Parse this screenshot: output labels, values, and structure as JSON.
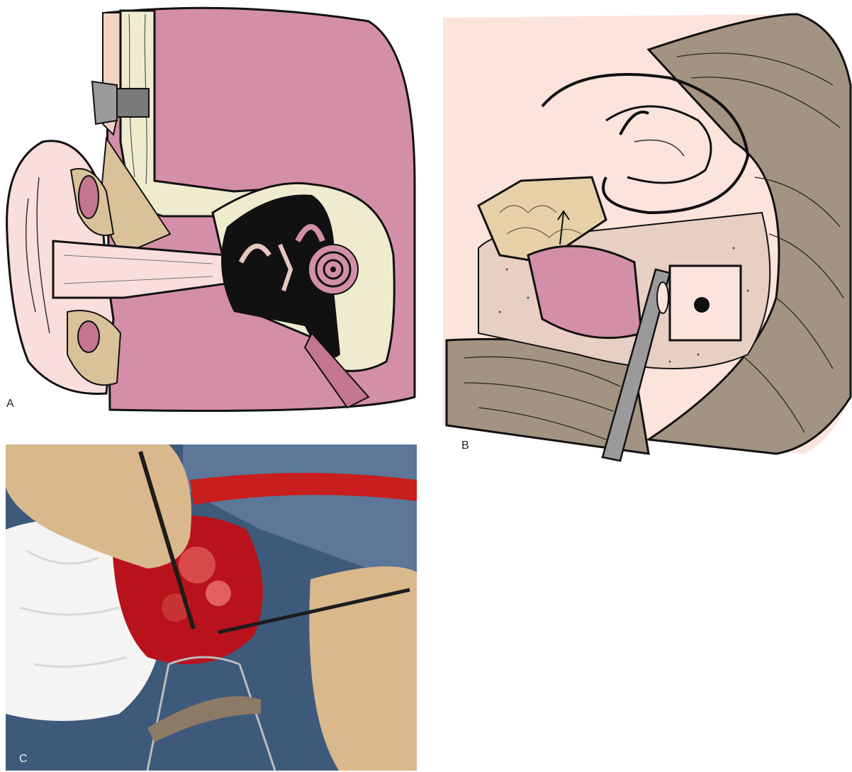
{
  "figure": {
    "panels": [
      {
        "id": "A",
        "label": "A",
        "kind": "illustration",
        "subject": "ear-cross-section"
      },
      {
        "id": "B",
        "label": "B",
        "kind": "illustration",
        "subject": "surgical-approach-with-instrument"
      },
      {
        "id": "C",
        "label": "C",
        "kind": "photograph",
        "subject": "intraoperative-view"
      }
    ]
  },
  "colors": {
    "soft_tissue_pink": "#d48fa8",
    "skin_light": "#f9dedb",
    "bone_cream": "#efebcf",
    "mastoid_tan": "#d9c29a",
    "muscle_taupe": "#a39383",
    "outline": "#111111",
    "blood_red": "#b8121d",
    "drape_blue": "#3e5a7a",
    "gauze_white": "#f4f4f2",
    "glove_tan": "#d9b88c"
  }
}
